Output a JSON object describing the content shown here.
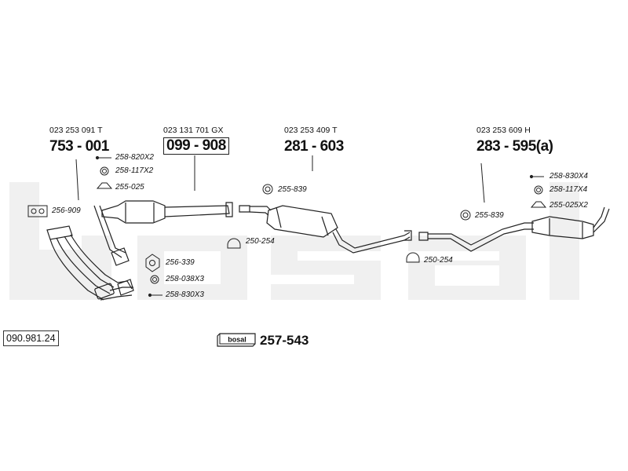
{
  "watermark": {
    "text": "bosal"
  },
  "reference": {
    "code": "090.981.24"
  },
  "kit": {
    "logo": "bosal",
    "number": "257-543"
  },
  "sections": [
    {
      "oem": "023 253 091 T",
      "part": "753 - 001"
    },
    {
      "oem": "023 131 701 GX",
      "part": "099 - 908"
    },
    {
      "oem": "023 253 409 T",
      "part": "281 - 603"
    },
    {
      "oem": "023 253 609 H",
      "part": "283 - 595(a)"
    }
  ],
  "fittings": {
    "f1": "258-820X2",
    "f2": "258-117X2",
    "f3": "255-025",
    "f4": "256-909",
    "f5": "256-339",
    "f6": "258-038X3",
    "f7": "258-830X3",
    "f8": "255-839",
    "f9": "250-254",
    "f10": "255-839",
    "f11": "250-254",
    "f12": "258-830X4",
    "f13": "258-117X4",
    "f14": "255-025X2"
  }
}
